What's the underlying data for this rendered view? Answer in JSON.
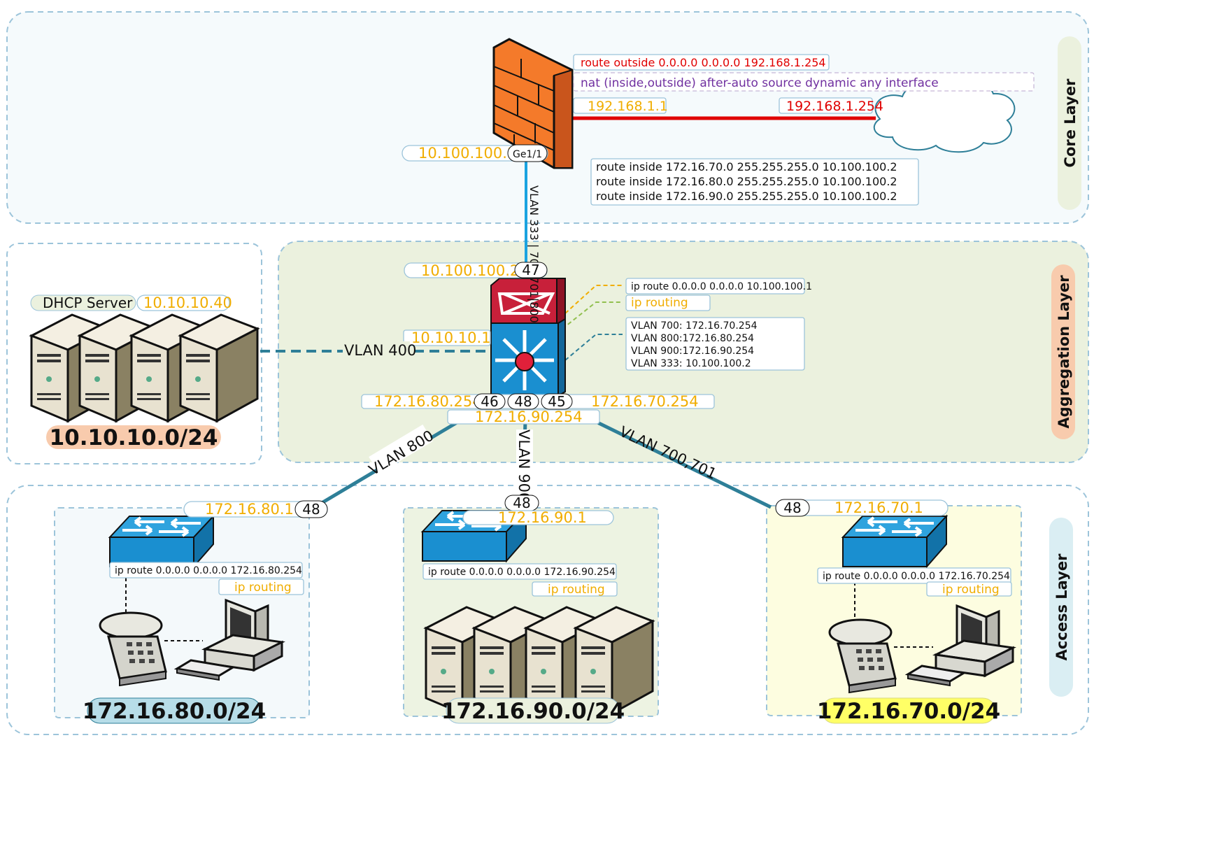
{
  "layers": {
    "core": "Core Layer",
    "aggregation": "Aggregation Layer",
    "access": "Access Layer"
  },
  "firewall": {
    "route_outside": "route outside 0.0.0.0 0.0.0.0 192.168.1.254",
    "nat": "nat (inside,outside) after-auto source dynamic any interface",
    "outside_ip": "192.168.1.1",
    "gateway_ip": "192.168.1.254",
    "inside_ip": "10.100.100.1",
    "inside_port": "Ge1/1",
    "routes_inside": [
      "route inside 172.16.70.0 255.255.255.0 10.100.100.2",
      "route inside 172.16.80.0 255.255.255.0 10.100.100.2",
      "route inside 172.16.90.0 255.255.255.0 10.100.100.2"
    ]
  },
  "uplink": {
    "vlan_label": "VLAN 333 | 700|701|800"
  },
  "core_switch": {
    "uplink_ip": "10.100.100.2",
    "uplink_port": "47",
    "ip_route": "ip route 0.0.0.0 0.0.0.0 10.100.100.1",
    "ip_routing": "ip routing",
    "svis": [
      "VLAN 700: 172.16.70.254",
      "VLAN 800:172.16.80.254",
      "VLAN 900:172.16.90.254",
      "VLAN 333: 10.100.100.2"
    ],
    "vlan400_ip": "10.10.10.1",
    "port_80_ip": "172.16.80.254",
    "port_80": "46",
    "port_90": "48",
    "port_70": "45",
    "port_70_ip": "172.16.70.254",
    "port_90_ip": "172.16.90.254"
  },
  "dhcp": {
    "label": "DHCP Server",
    "ip": "10.10.10.40",
    "vlan": "VLAN 400",
    "network": "10.10.10.0/24"
  },
  "links": {
    "vlan800": "VLAN 800",
    "vlan900": "VLAN 900",
    "vlan700": "VLAN 700,701"
  },
  "access": [
    {
      "ip": "172.16.80.1",
      "port": "48",
      "ip_route": "ip route 0.0.0.0 0.0.0.0 172.16.80.254",
      "ip_routing": "ip routing",
      "network": "172.16.80.0/24"
    },
    {
      "ip": "172.16.90.1",
      "port": "48",
      "ip_route": "ip route 0.0.0.0 0.0.0.0 172.16.90.254",
      "ip_routing": "ip routing",
      "network": "172.16.90.0/24"
    },
    {
      "ip": "172.16.70.1",
      "port": "48",
      "ip_route": "ip route 0.0.0.0 0.0.0.0 172.16.70.254",
      "ip_routing": "ip routing",
      "network": "172.16.70.0/24"
    }
  ],
  "colors": {
    "ip_text": "#f0ad00",
    "route_red": "#e00000",
    "nat_purple": "#7030a0",
    "link_teal": "#2e7f98",
    "uplink_blue": "#1aa3e0",
    "core_bg": "#f5fafc",
    "agg_bg": "#ebf1de",
    "net_80": "#b7dde8",
    "net_90": "#ebf1de",
    "net_70": "#ffff66",
    "net_dhcp": "#f8cbad"
  }
}
